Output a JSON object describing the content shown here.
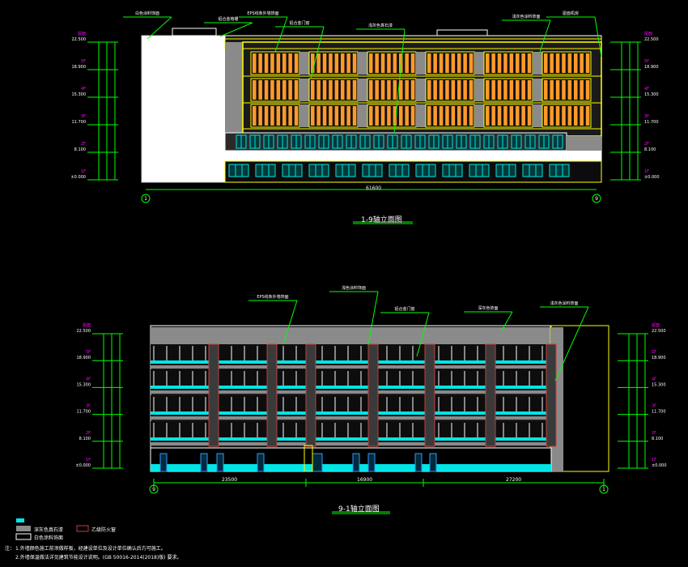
{
  "colors": {
    "background": "#000000",
    "wall_white": "#ffffff",
    "wall_grey": "#8a8a8a",
    "window_orange": "#ff9a2a",
    "window_cyan": "#00e5e5",
    "frame_yellow": "#ffff00",
    "leader_green": "#00ff00",
    "column_red": "#c04040",
    "dim_green": "#00ff00",
    "label_magenta": "#ff00ff",
    "text_white": "#ffffff"
  },
  "drawing1": {
    "title": "1-9轴立面图",
    "total_dim": "61600",
    "axis_left": "1",
    "axis_right": "9",
    "callouts": [
      "白色涂料饰面",
      "铝合金格栅",
      "EPS线条外墙饰面",
      "铝合金门窗",
      "浅灰色真石漆",
      "浅灰色涂料饰面",
      "屋面机房"
    ]
  },
  "drawing2": {
    "title": "9-1轴立面图",
    "dims": [
      "23500",
      "16900",
      "27200"
    ],
    "axis_left": "9",
    "axis_right": "1",
    "callouts": [
      "EPS线条外墙饰面",
      "浅色涂料饰面",
      "铝合金门窗",
      "深灰色饰面",
      "浅灰色涂料饰面"
    ]
  },
  "elev_marks": {
    "left": [
      "22.500",
      "18.900",
      "15.300",
      "11.700",
      "8.100",
      "±0.000"
    ],
    "floors": [
      "屋面",
      "5F",
      "4F",
      "3F",
      "2F",
      "1F"
    ]
  },
  "legend": {
    "items": [
      "深灰色真石漆",
      "白色涂料饰面",
      "乙级防火窗"
    ],
    "note_label": "注：",
    "notes": [
      "1.外墙颜色施工前须做样板，经建设单位及设计单位确认后方可施工。",
      "2.外墙保温做法详见建筑节能设计说明。(GB 50016-2014(2018)版) 要求。"
    ]
  }
}
